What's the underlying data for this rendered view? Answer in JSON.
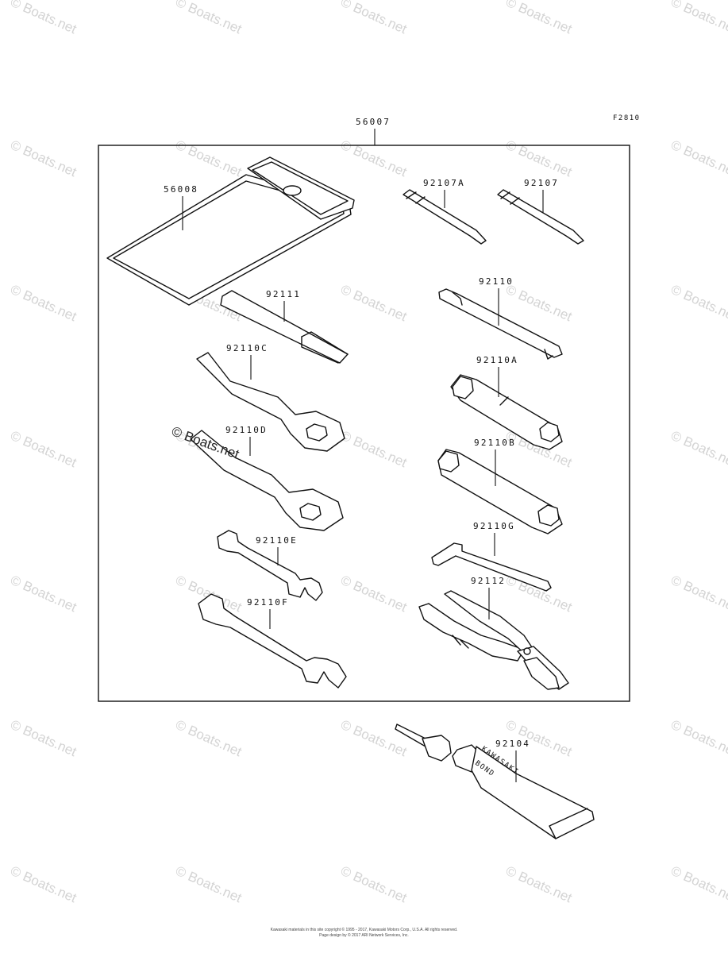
{
  "figure_code": "F2810",
  "kit": {
    "part_no": "56007"
  },
  "parts": {
    "p56008": "56008",
    "p92107A": "92107A",
    "p92107": "92107",
    "p92111": "92111",
    "p92110": "92110",
    "p92110C": "92110C",
    "p92110A": "92110A",
    "p92110D": "92110D",
    "p92110B": "92110B",
    "p92110E": "92110E",
    "p92110G": "92110G",
    "p92110F": "92110F",
    "p92112": "92112",
    "p92104": "92104"
  },
  "tube_text": {
    "line1": "KAWASAKI",
    "line2": "BOND"
  },
  "watermark": "© Boats.net",
  "footer": {
    "line1": "Kawasaki materials in this site copyright © 1995 - 2017, Kawasaki Motors Corp., U.S.A. All rights reserved.",
    "line2": "Page design by © 2017 ARI Network Services, Inc."
  }
}
